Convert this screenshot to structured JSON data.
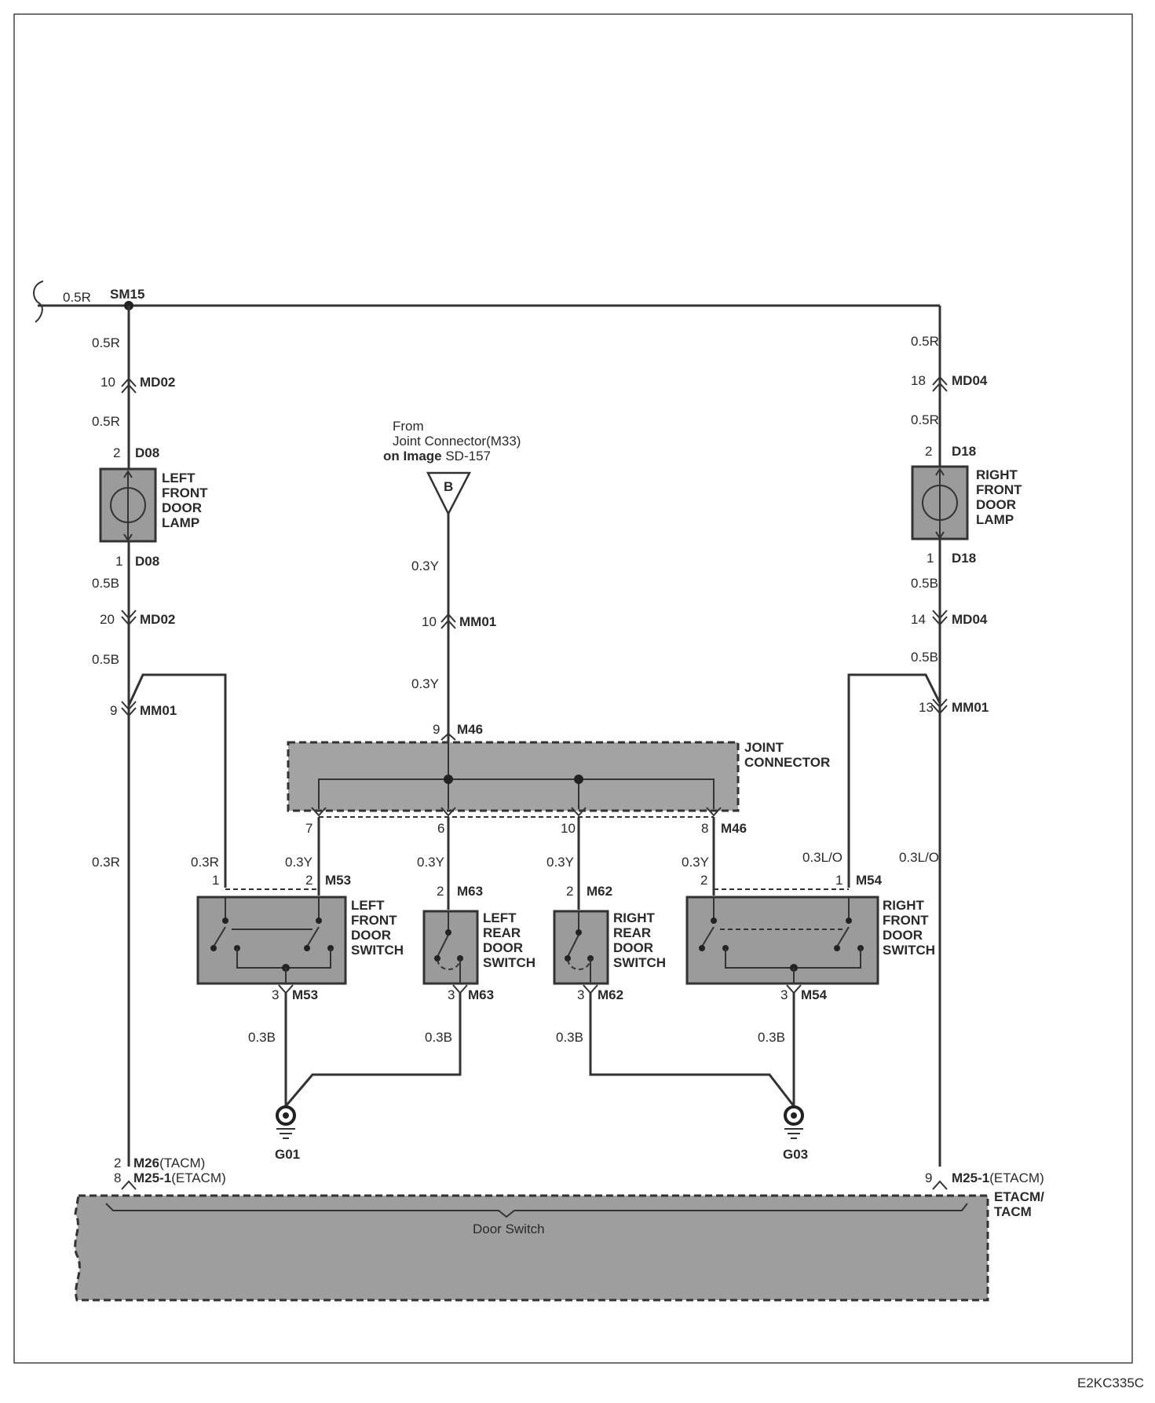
{
  "power": {
    "circuit": "SM15",
    "wire_in": "0.5R"
  },
  "wires": {
    "r05": "0.5R",
    "b05": "0.5B",
    "y03": "0.3Y",
    "r03": "0.3R",
    "lo03": "0.3L/O",
    "b03": "0.3B"
  },
  "connectors": {
    "md02_top": {
      "pin": "10",
      "name": "MD02"
    },
    "md02_bot": {
      "pin": "20",
      "name": "MD02"
    },
    "md04_top": {
      "pin": "18",
      "name": "MD04"
    },
    "md04_bot": {
      "pin": "14",
      "name": "MD04"
    },
    "d08_top": {
      "pin": "2",
      "name": "D08"
    },
    "d08_bot": {
      "pin": "1",
      "name": "D08"
    },
    "d18_top": {
      "pin": "2",
      "name": "D18"
    },
    "d18_bot": {
      "pin": "1",
      "name": "D18"
    },
    "mm01_left": {
      "pin": "9",
      "name": "MM01"
    },
    "mm01_center": {
      "pin": "10",
      "name": "MM01"
    },
    "mm01_right": {
      "pin": "13",
      "name": "MM01"
    },
    "m46_top": {
      "pin": "9",
      "name": "M46"
    },
    "m46_bottom": {
      "pins": [
        "7",
        "6",
        "10",
        "8"
      ],
      "name": "M46"
    },
    "m53": {
      "pin1": "1",
      "pin2": "2",
      "pin3": "3",
      "name": "M53"
    },
    "m63": {
      "pin_top": "2",
      "pin_bot": "3",
      "name": "M63"
    },
    "m62": {
      "pin_top": "2",
      "pin_bot": "3",
      "name": "M62"
    },
    "m54": {
      "pin1": "1",
      "pin2": "2",
      "pin3": "3",
      "name": "M54"
    },
    "m26": {
      "pin": "2",
      "name": "M26",
      "suffix": "(TACM)"
    },
    "m25_left": {
      "pin": "8",
      "name": "M25-1",
      "suffix": "(ETACM)"
    },
    "m25_right": {
      "pin": "9",
      "name": "M25-1",
      "suffix": "(ETACM)"
    }
  },
  "components": {
    "left_lamp": [
      "LEFT",
      "FRONT",
      "DOOR",
      "LAMP"
    ],
    "right_lamp": [
      "RIGHT",
      "FRONT",
      "DOOR",
      "LAMP"
    ],
    "joint_connector": [
      "JOINT",
      "CONNECTOR"
    ],
    "lf_switch": [
      "LEFT",
      "FRONT",
      "DOOR",
      "SWITCH"
    ],
    "lr_switch": [
      "LEFT",
      "REAR",
      "DOOR",
      "SWITCH"
    ],
    "rr_switch": [
      "RIGHT",
      "REAR",
      "DOOR",
      "SWITCH"
    ],
    "rf_switch": [
      "RIGHT",
      "FRONT",
      "DOOR",
      "SWITCH"
    ],
    "module": [
      "ETACM/",
      "TACM"
    ],
    "module_function": "Door Switch"
  },
  "reference": {
    "line1": "From",
    "line2": "Joint Connector(M33)",
    "line3_bold": "on Image",
    "line3_rest": " SD-157",
    "flag": "B"
  },
  "grounds": {
    "left": "G01",
    "right": "G03"
  },
  "figure_id": "E2KC335C"
}
